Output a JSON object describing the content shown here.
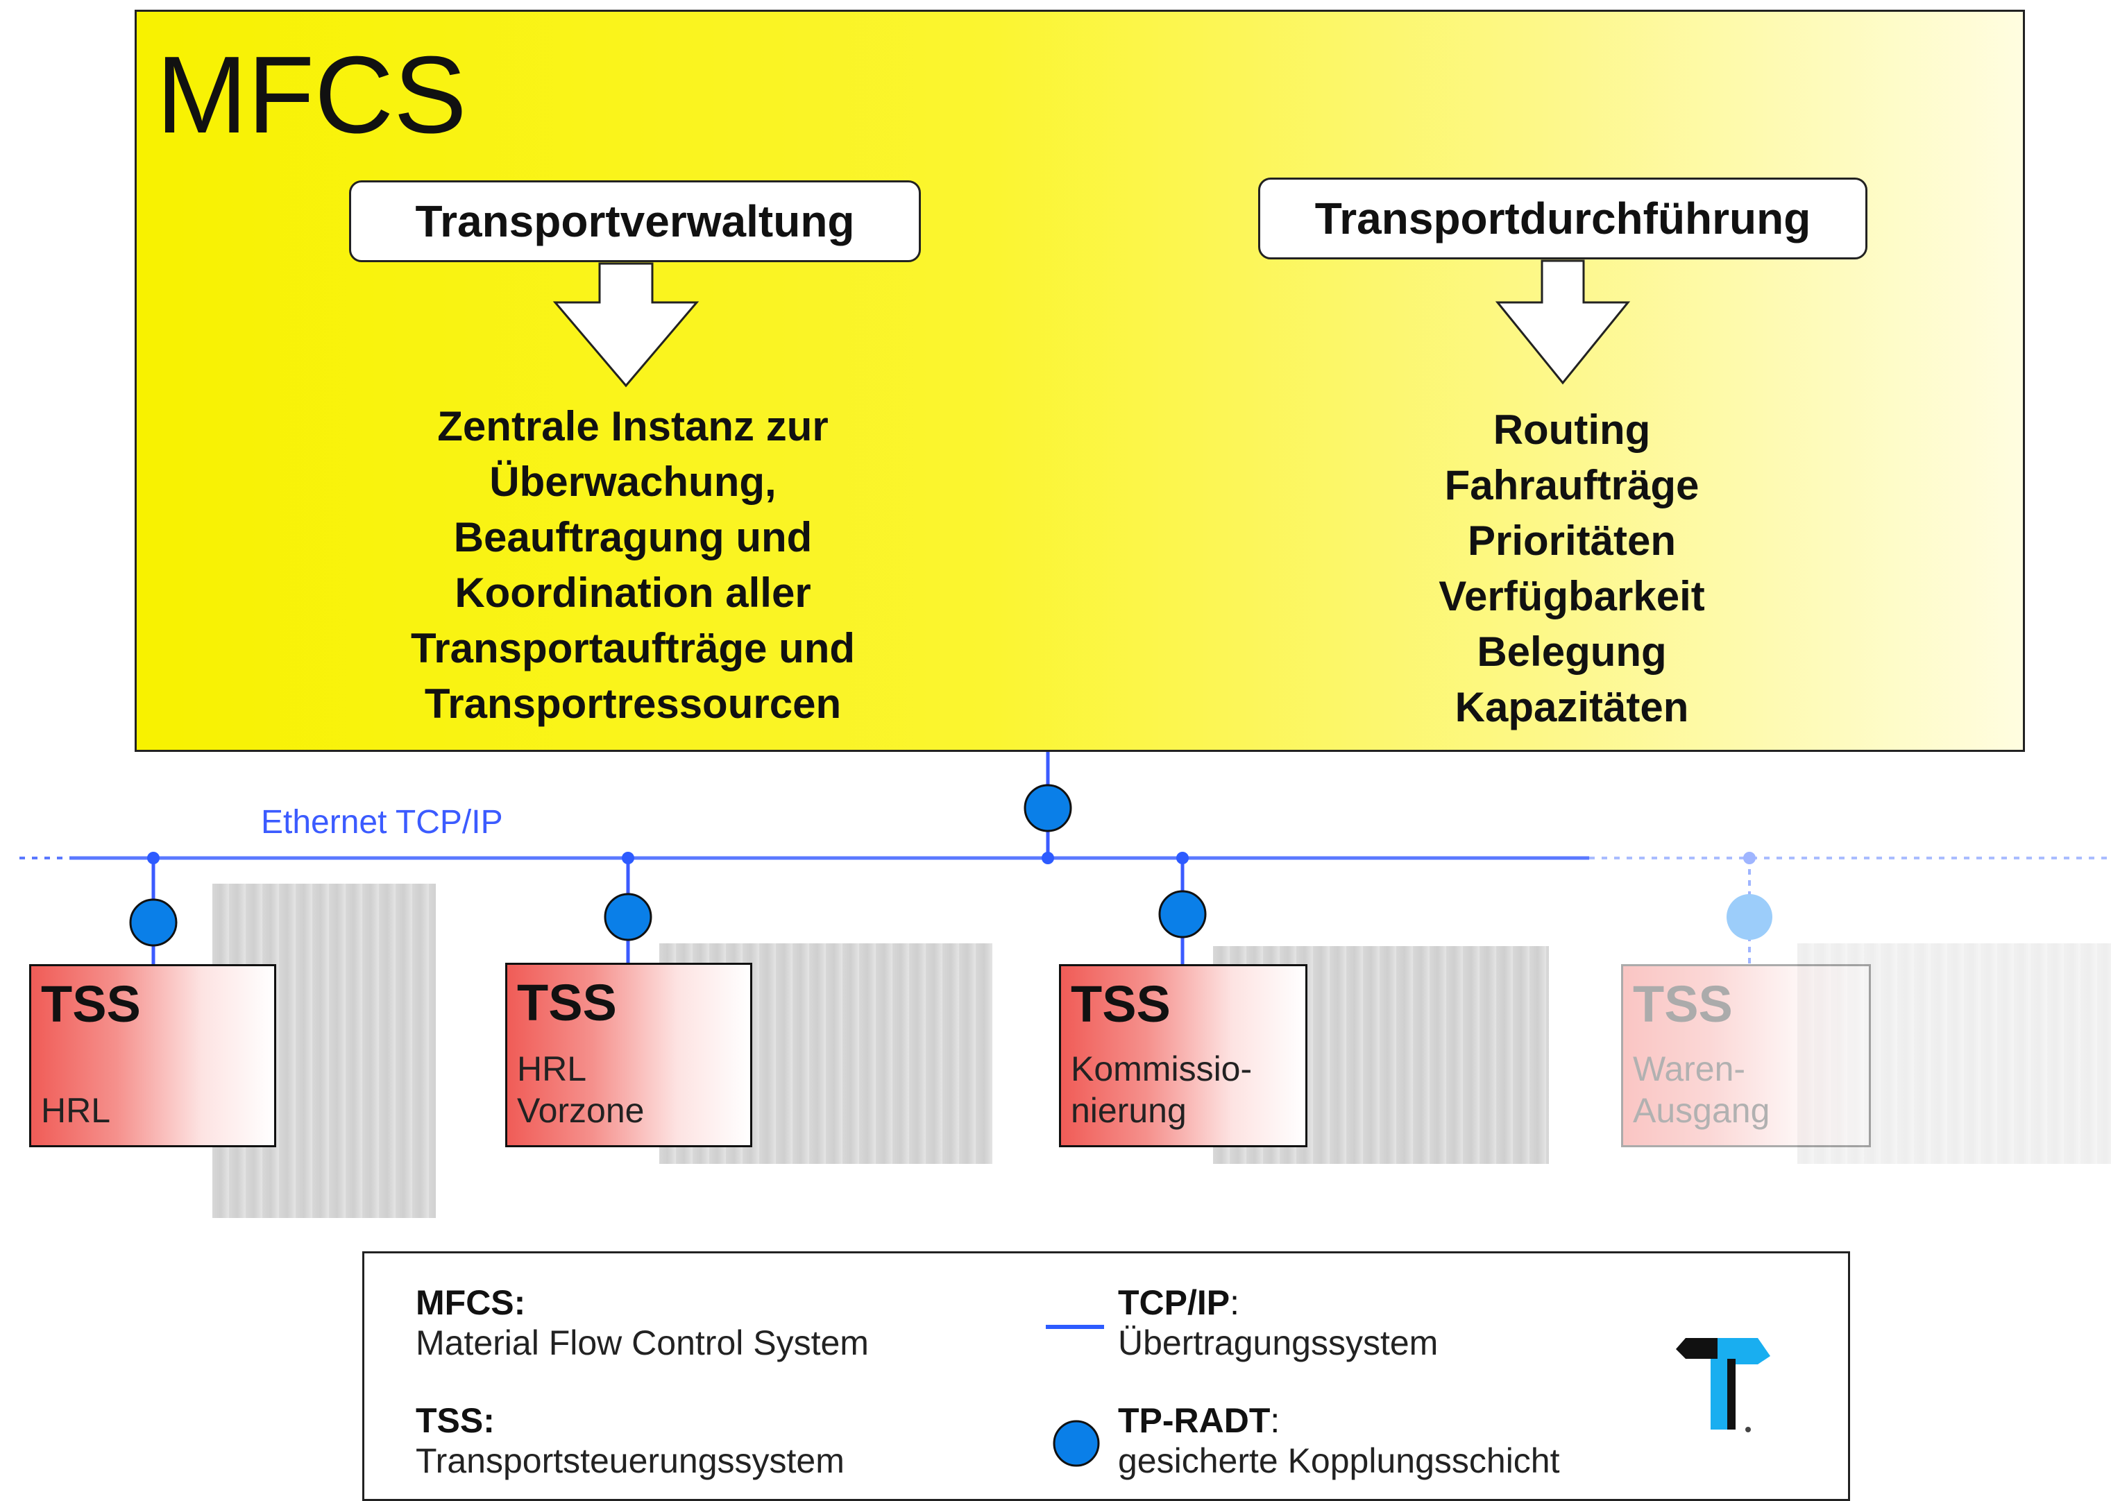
{
  "mfcs": {
    "title": "MFCS",
    "left_heading": "Transportverwaltung",
    "right_heading": "Transportdurchführung",
    "left_lines": [
      "Zentrale Instanz zur",
      "Überwachung,",
      "Beauftragung und",
      "Koordination aller",
      "Transportaufträge und",
      "Transportressourcen"
    ],
    "right_lines": [
      "Routing",
      "Fahraufträge",
      "Prioritäten",
      "Verfügbarkeit",
      "Belegung",
      "Kapazitäten"
    ]
  },
  "network": {
    "label": "Ethernet TCP/IP"
  },
  "tss": [
    {
      "title": "TSS",
      "sub1": "",
      "sub2": "HRL"
    },
    {
      "title": "TSS",
      "sub1": "HRL",
      "sub2": "Vorzone"
    },
    {
      "title": "TSS",
      "sub1": "Kommissio-",
      "sub2": "nierung"
    },
    {
      "title": "TSS",
      "sub1": "Waren-",
      "sub2": "Ausgang"
    }
  ],
  "legend": {
    "mfcs_title": "MFCS:",
    "mfcs_text": "Material Flow Control System",
    "tss_title": "TSS:",
    "tss_text": "Transportsteuerungssystem",
    "tcpip_title": "TCP/IP",
    "tcpip_colon": ":",
    "tcpip_text": "Übertragungssystem",
    "radt_title": "TP-RADT",
    "radt_colon": ":",
    "radt_text": "gesicherte Kopplungsschicht"
  },
  "colors": {
    "network": "#2d5bff",
    "node": "#0a7fe8",
    "tss_red": "#f05c57",
    "mfcs_yellow": "#f8f200"
  }
}
